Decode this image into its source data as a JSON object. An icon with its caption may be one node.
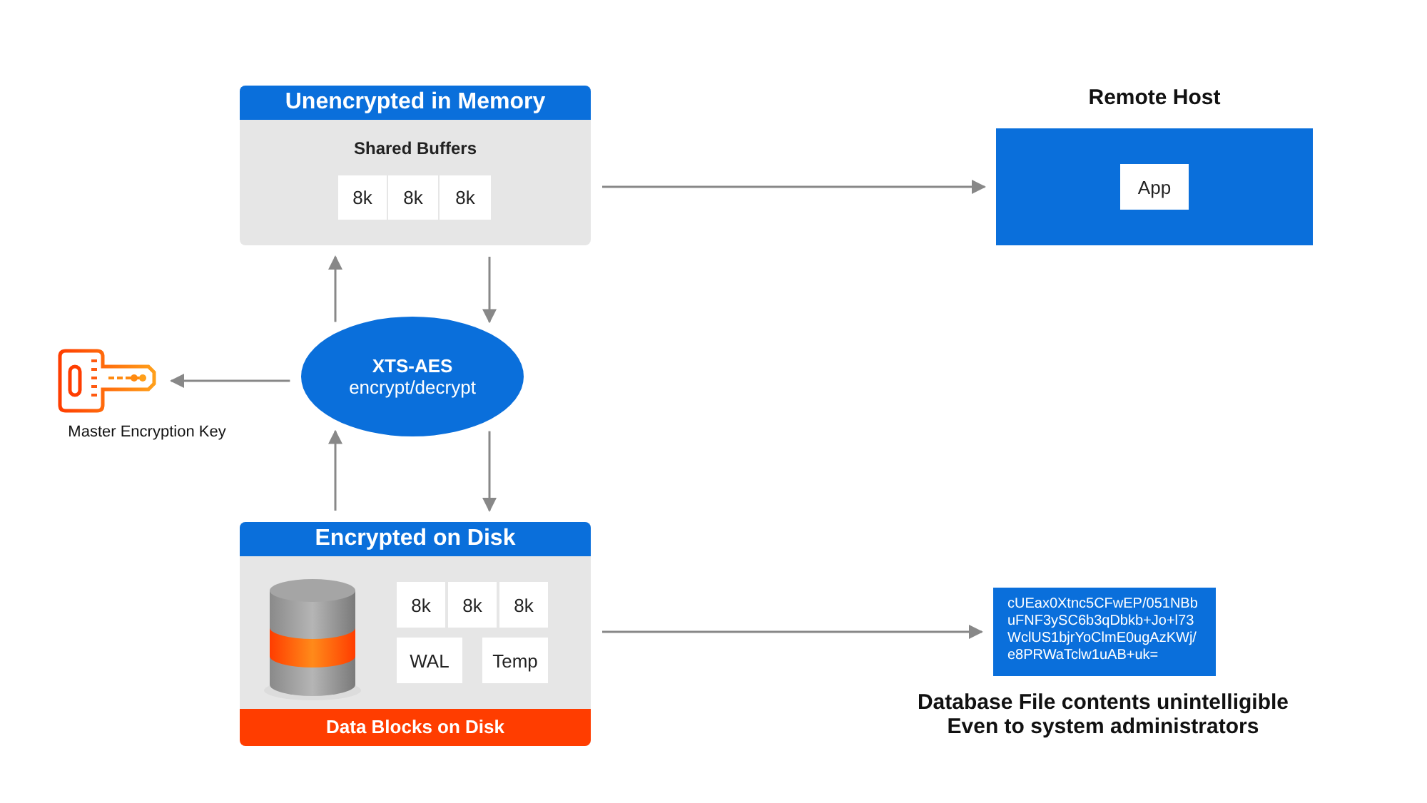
{
  "diagram": {
    "nodes": [
      {
        "text": [
          "Unencrypted in Memory",
          "Shared Buffers"
        ]
      },
      {
        "text": [
          "8k"
        ],
        "in": 0
      },
      {
        "text": [
          "8k"
        ],
        "in": 0
      },
      {
        "text": [
          "8k"
        ],
        "in": 0
      },
      {
        "text": [
          "Remote Host"
        ]
      },
      {
        "text": [
          "App"
        ],
        "in": 4
      },
      {
        "text": [
          "XTS-AES",
          "encrypt/decrypt"
        ]
      },
      {
        "text": [],
        "shape": "picture",
        "beside": [
          "Master Encryption Key"
        ]
      },
      {
        "text": [
          "Encrypted on Disk",
          "Data Blocks on Disk"
        ]
      },
      {
        "text": [],
        "shape": "cylinder",
        "in": 8
      },
      {
        "text": [
          "8k"
        ],
        "in": 8
      },
      {
        "text": [
          "8k"
        ],
        "in": 8
      },
      {
        "text": [
          "8k"
        ],
        "in": 8
      },
      {
        "text": [
          "WAL"
        ],
        "in": 8
      },
      {
        "text": [
          "Temp"
        ],
        "in": 8
      },
      {
        "text": [
          "cUEax0Xtnc5CFwEP/051NBb uFNF3ySC6b3qDbkb+Jo+l73 WclUS1bjrYoClmE0ugAzKWj/ e8PRWaTclw1uAB+uk="
        ],
        "beside": [
          "Database File contents unintelligible Even to system administrators"
        ]
      }
    ],
    "edges": [
      {
        "from": 0,
        "to": 4,
        "arrow": "to"
      },
      {
        "from": 0,
        "to": 6,
        "arrow": "to"
      },
      {
        "from": 6,
        "to": 0,
        "arrow": "to"
      },
      {
        "from": 6,
        "to": 7,
        "arrow": "to"
      },
      {
        "from": 6,
        "to": 8,
        "arrow": "to"
      },
      {
        "from": 8,
        "to": 6,
        "arrow": "to"
      },
      {
        "from": 8,
        "to": 15,
        "arrow": "to"
      }
    ]
  }
}
